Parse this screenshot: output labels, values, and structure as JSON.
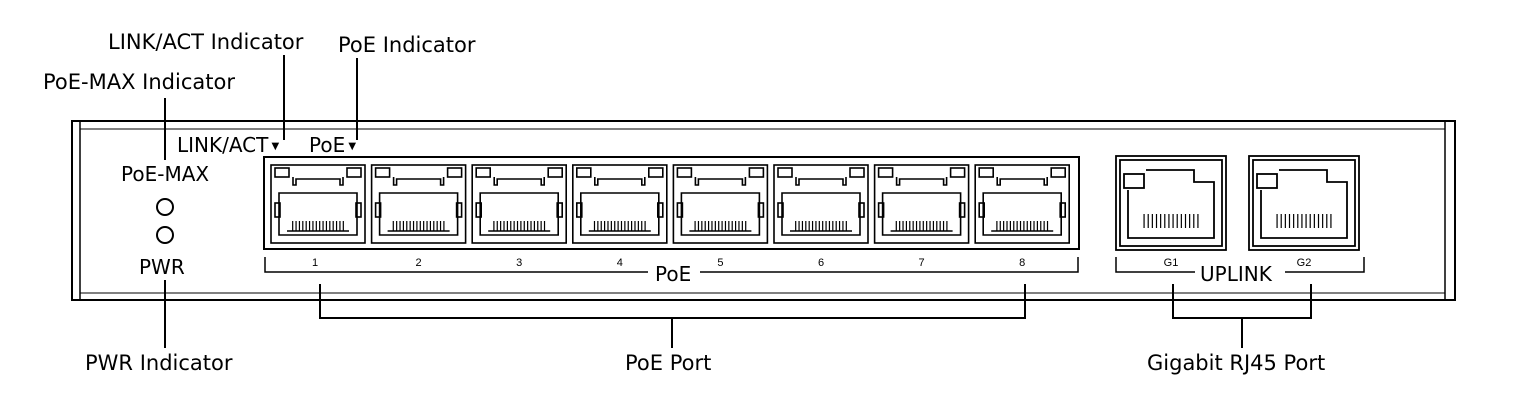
{
  "callouts": {
    "link_act_indicator": "LINK/ACT Indicator",
    "poe_indicator": "PoE Indicator",
    "poe_max_indicator": "PoE-MAX Indicator",
    "pwr_indicator": "PWR Indicator",
    "poe_port": "PoE Port",
    "gigabit_port": "Gigabit RJ45 Port"
  },
  "panel": {
    "link_act": "LINK/ACT",
    "poe": "PoE",
    "poe_max": "PoE-MAX",
    "pwr": "PWR",
    "poe_group": "PoE",
    "uplink_group": "UPLINK"
  },
  "poe_ports": [
    "1",
    "2",
    "3",
    "4",
    "5",
    "6",
    "7",
    "8"
  ],
  "uplink_ports": [
    "G1",
    "G2"
  ]
}
